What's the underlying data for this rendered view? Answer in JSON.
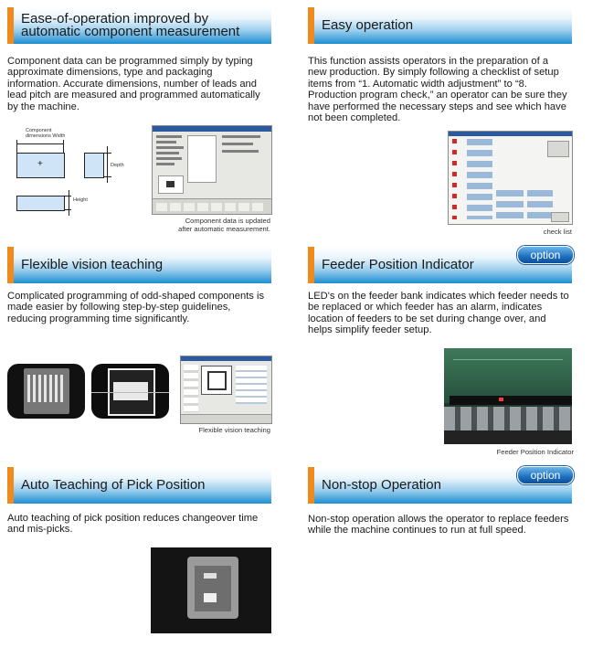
{
  "colors": {
    "accent": "#f08a1c",
    "header_blue": "#1e8fd2",
    "badge_blue": "#1c6fc0"
  },
  "sections": [
    {
      "title": "Ease-of-operation improved by automatic component measurement",
      "body": "Component data can be programmed simply by typing approximate dimensions, type and packaging information. Accurate dimensions, number of leads and lead pitch are measured and programmed automatically by the machine.",
      "diagram_labels": {
        "width": "Component dimensions Width",
        "depth": "Depth",
        "height": "Height"
      },
      "caption_line1": "Component data is updated",
      "caption_line2": "after automatic measurement."
    },
    {
      "title": "Easy operation",
      "body": "This function assists operators in the preparation of a new production. By simply following a checklist of setup items from “1. Automatic width adjustment” to “8. Production program check,” an operator can be sure they have performed the necessary steps and see which have not been completed.",
      "caption": "check list"
    },
    {
      "title": "Flexible vision teaching",
      "body": "Complicated programming of odd-shaped components is made easier by following step-by-step guidelines, reducing programming time significantly.",
      "caption": "Flexible vision teaching"
    },
    {
      "title": "Feeder Position Indicator",
      "badge": "option",
      "body": "LED's on the feeder bank indicates which feeder needs to be replaced or which feeder has an alarm, indicates location of feeders to be set during change over, and helps simplify feeder setup.",
      "caption": "Feeder Position Indicator"
    },
    {
      "title": "Auto Teaching of Pick Position",
      "body": "Auto teaching of pick position reduces changeover time and mis-picks."
    },
    {
      "title": "Non-stop Operation",
      "badge": "option",
      "body": "Non-stop operation allows the operator to replace feeders while the machine continues to run at full speed."
    }
  ]
}
